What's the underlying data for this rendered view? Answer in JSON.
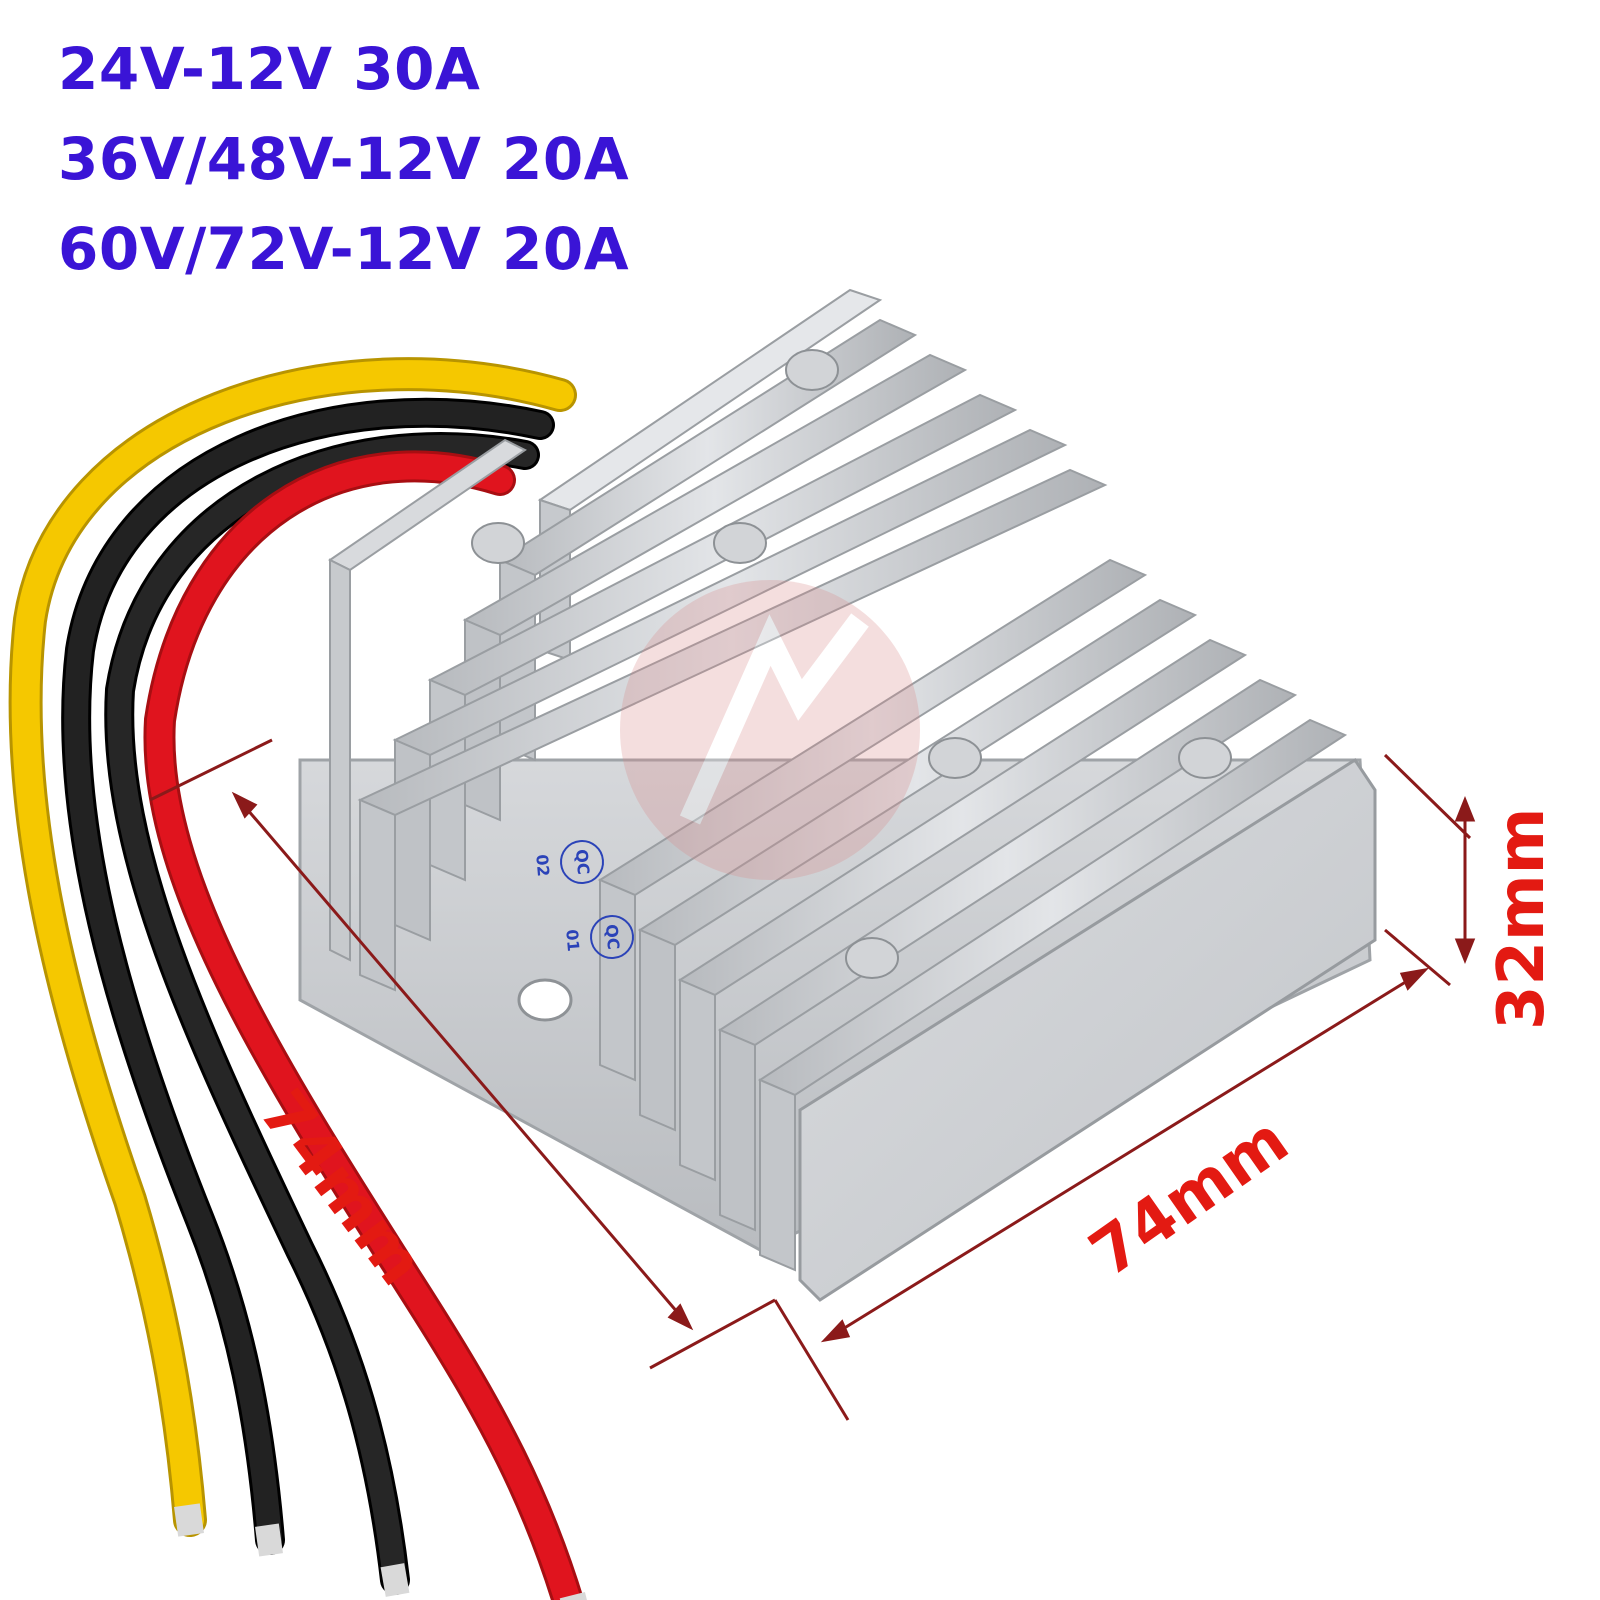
{
  "specs": [
    "24V-12V 30A",
    "36V/48V-12V 20A",
    "60V/72V-12V 20A"
  ],
  "dimensions": {
    "depth": "74mm",
    "width": "74mm",
    "height": "32mm"
  },
  "stamps": {
    "qc": "QC 02",
    "pass": "QC 01"
  },
  "colors": {
    "spec_text": "#3a14d6",
    "dimension_text": "#e31a12",
    "dimension_lines": "#8b1a1a",
    "housing": "#c8cbcf",
    "wire_yellow": "#f5c800",
    "wire_black": "#1a1a1a",
    "wire_red": "#e0141e"
  }
}
